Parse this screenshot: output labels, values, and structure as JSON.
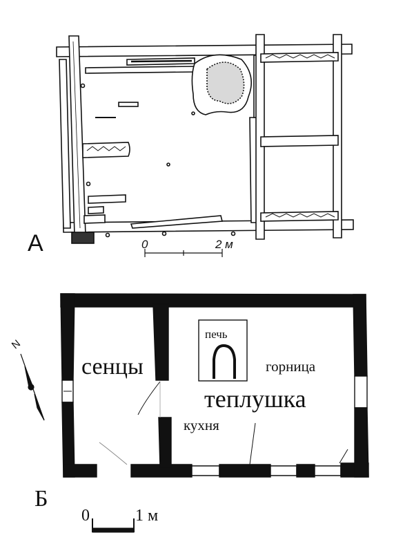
{
  "panels": {
    "a": {
      "label": "А",
      "scale": {
        "start": "0",
        "end": "2 м"
      }
    },
    "b": {
      "label": "Б",
      "scale": {
        "start": "0",
        "end": "1 м"
      },
      "north": "N",
      "rooms": {
        "sency": "сенцы",
        "pech": "печь",
        "gornica": "горница",
        "teplushka": "теплушка",
        "kuhnia": "кухня"
      }
    }
  },
  "colors": {
    "ink": "#111111",
    "paper": "#ffffff"
  }
}
